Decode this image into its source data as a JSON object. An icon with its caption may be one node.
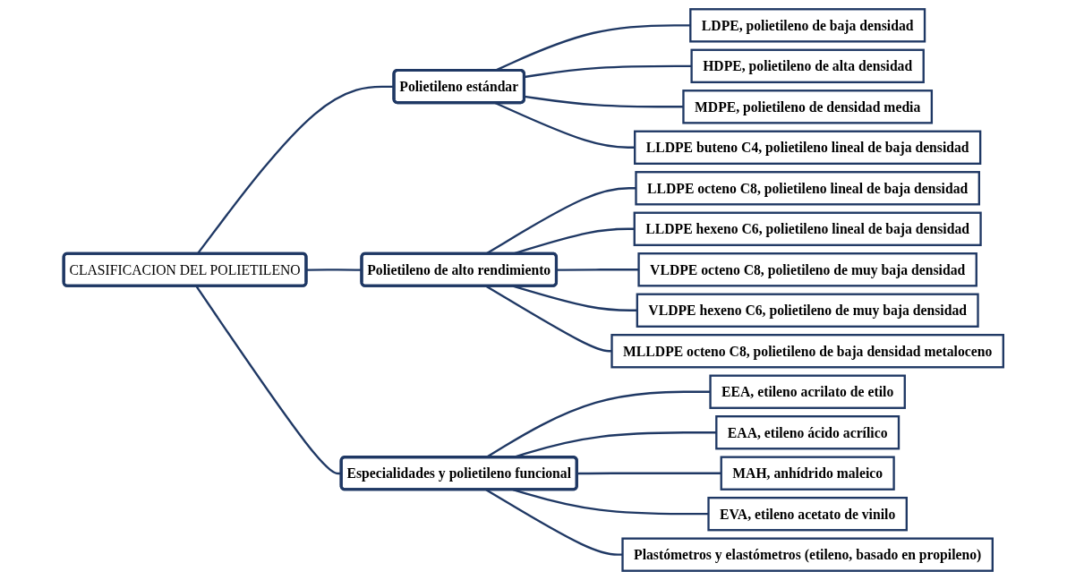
{
  "diagram": {
    "nodes": [
      {
        "text": [
          "CLASIFICACION DEL POLIETILENO"
        ]
      },
      {
        "text": [
          "Polietileno estándar"
        ]
      },
      {
        "text": [
          "LDPE, polietileno de baja densidad"
        ]
      },
      {
        "text": [
          "HDPE, polietileno de alta densidad"
        ]
      },
      {
        "text": [
          "MDPE, polietileno de densidad media"
        ]
      },
      {
        "text": [
          "LLDPE buteno C4, polietileno lineal de baja densidad"
        ]
      },
      {
        "text": [
          "Polietileno de alto rendimiento"
        ]
      },
      {
        "text": [
          "LLDPE octeno C8, polietileno lineal de baja densidad"
        ]
      },
      {
        "text": [
          "LLDPE hexeno C6, polietileno lineal de baja densidad"
        ]
      },
      {
        "text": [
          "VLDPE octeno C8, polietileno de muy baja densidad"
        ]
      },
      {
        "text": [
          "VLDPE hexeno C6, polietileno de muy baja densidad"
        ]
      },
      {
        "text": [
          "MLLDPE octeno C8, polietileno de baja densidad metaloceno"
        ]
      },
      {
        "text": [
          "Especialidades y polietileno funcional"
        ]
      },
      {
        "text": [
          "EEA, etileno acrilato de etilo"
        ]
      },
      {
        "text": [
          "EAA, etileno ácido acrílico"
        ]
      },
      {
        "text": [
          "MAH, anhídrido maleico"
        ]
      },
      {
        "text": [
          "EVA, etileno acetato de vinilo"
        ]
      },
      {
        "text": [
          "Plastómetros y elastómetros (etileno, basado en propileno)"
        ]
      }
    ],
    "edges": [
      {
        "from": 0,
        "to": 1,
        "arrow": "none"
      },
      {
        "from": 0,
        "to": 6,
        "arrow": "none"
      },
      {
        "from": 0,
        "to": 12,
        "arrow": "none"
      },
      {
        "from": 1,
        "to": 2,
        "arrow": "none"
      },
      {
        "from": 1,
        "to": 3,
        "arrow": "none"
      },
      {
        "from": 1,
        "to": 4,
        "arrow": "none"
      },
      {
        "from": 1,
        "to": 5,
        "arrow": "none"
      },
      {
        "from": 6,
        "to": 7,
        "arrow": "none"
      },
      {
        "from": 6,
        "to": 8,
        "arrow": "none"
      },
      {
        "from": 6,
        "to": 9,
        "arrow": "none"
      },
      {
        "from": 6,
        "to": 10,
        "arrow": "none"
      },
      {
        "from": 6,
        "to": 11,
        "arrow": "none"
      },
      {
        "from": 12,
        "to": 13,
        "arrow": "none"
      },
      {
        "from": 12,
        "to": 14,
        "arrow": "none"
      },
      {
        "from": 12,
        "to": 15,
        "arrow": "none"
      },
      {
        "from": 12,
        "to": 16,
        "arrow": "none"
      },
      {
        "from": 12,
        "to": 17,
        "arrow": "none"
      }
    ]
  }
}
